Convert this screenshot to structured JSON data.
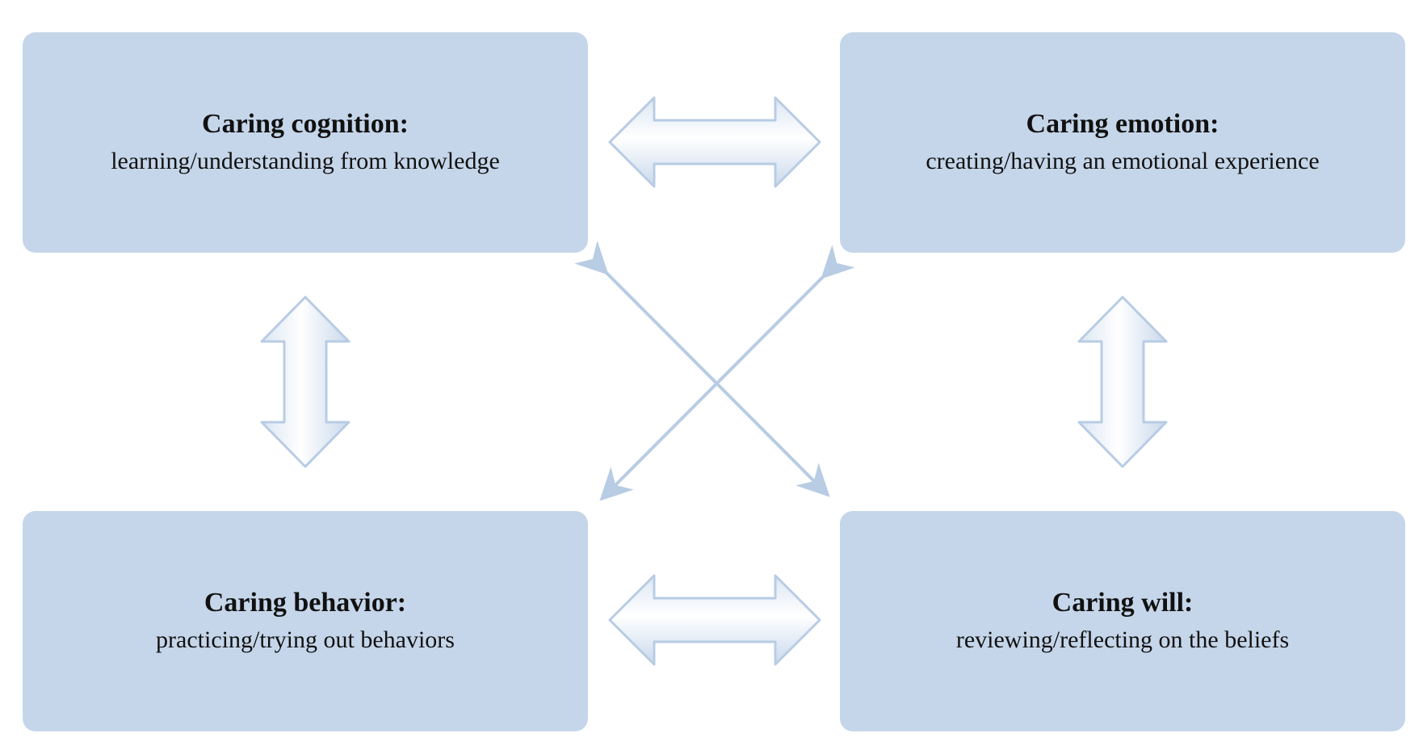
{
  "boxes": {
    "top_left": {
      "title": "Caring cognition:",
      "description": "learning/understanding from knowledge"
    },
    "top_right": {
      "title": "Caring emotion:",
      "description": "creating/having an emotional experience"
    },
    "bottom_left": {
      "title": "Caring behavior:",
      "description": "practicing/trying out behaviors"
    },
    "bottom_right": {
      "title": "Caring will:",
      "description": "reviewing/reflecting on the beliefs"
    }
  },
  "colors": {
    "box_fill": "#c5d6ea",
    "arrow_stroke": "#b8cce4",
    "arrow_fill_light": "#ffffff",
    "line": "#b8cce4"
  }
}
